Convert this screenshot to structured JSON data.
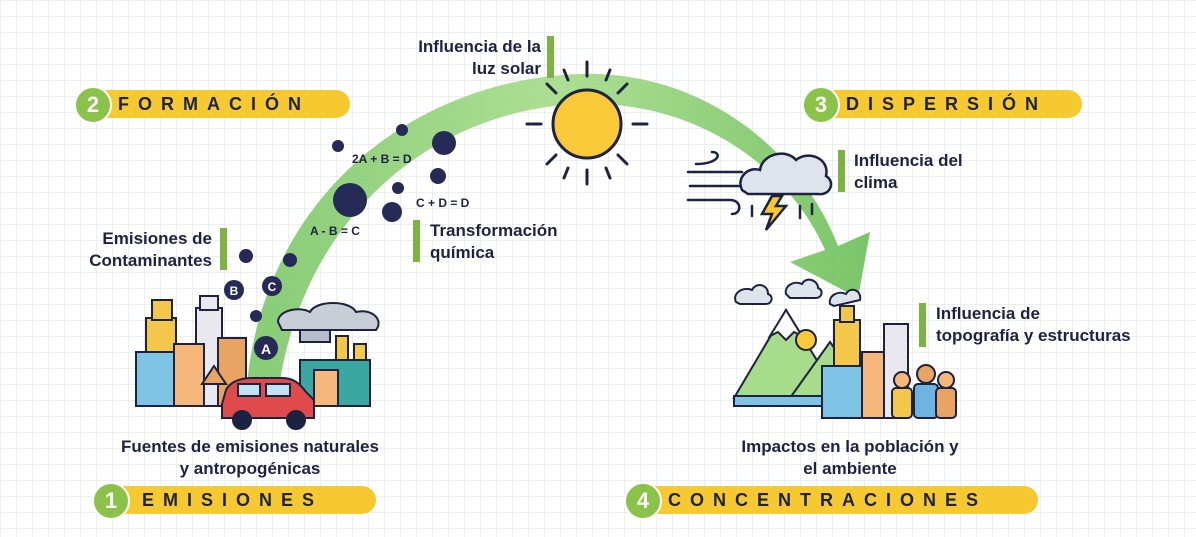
{
  "stages": {
    "emissions": {
      "number": "1",
      "title": "EMISIONES"
    },
    "formation": {
      "number": "2",
      "title": "FORMACIÓN"
    },
    "dispersion": {
      "number": "3",
      "title": "DISPERSIÓN"
    },
    "concentrations": {
      "number": "4",
      "title": "CONCENTRACIONES"
    }
  },
  "labels": {
    "sunlight": [
      "Influencia de la",
      "luz solar"
    ],
    "emission_of_pollutants": [
      "Emisiones de",
      "Contaminantes"
    ],
    "chemical_transformation": [
      "Transformación",
      "química"
    ],
    "climate": [
      "Influencia del",
      "clima"
    ],
    "topography": [
      "Influencia de",
      "topografía y estructuras"
    ],
    "sources": [
      "Fuentes de emisiones naturales",
      "y antropogénicas"
    ],
    "impacts": [
      "Impactos en la población y",
      "el ambiente"
    ]
  },
  "equations": [
    "2A + B = D",
    "C + D = D",
    "A - B = C"
  ],
  "molecules": [
    "A",
    "B",
    "C"
  ],
  "colors": {
    "arc": "#8fd17a",
    "stage_pill": "#f7c931",
    "stage_number": "#8bc34a",
    "accent_bar": "#7cb342",
    "text": "#1d2240",
    "sun": "#f9c93a"
  }
}
